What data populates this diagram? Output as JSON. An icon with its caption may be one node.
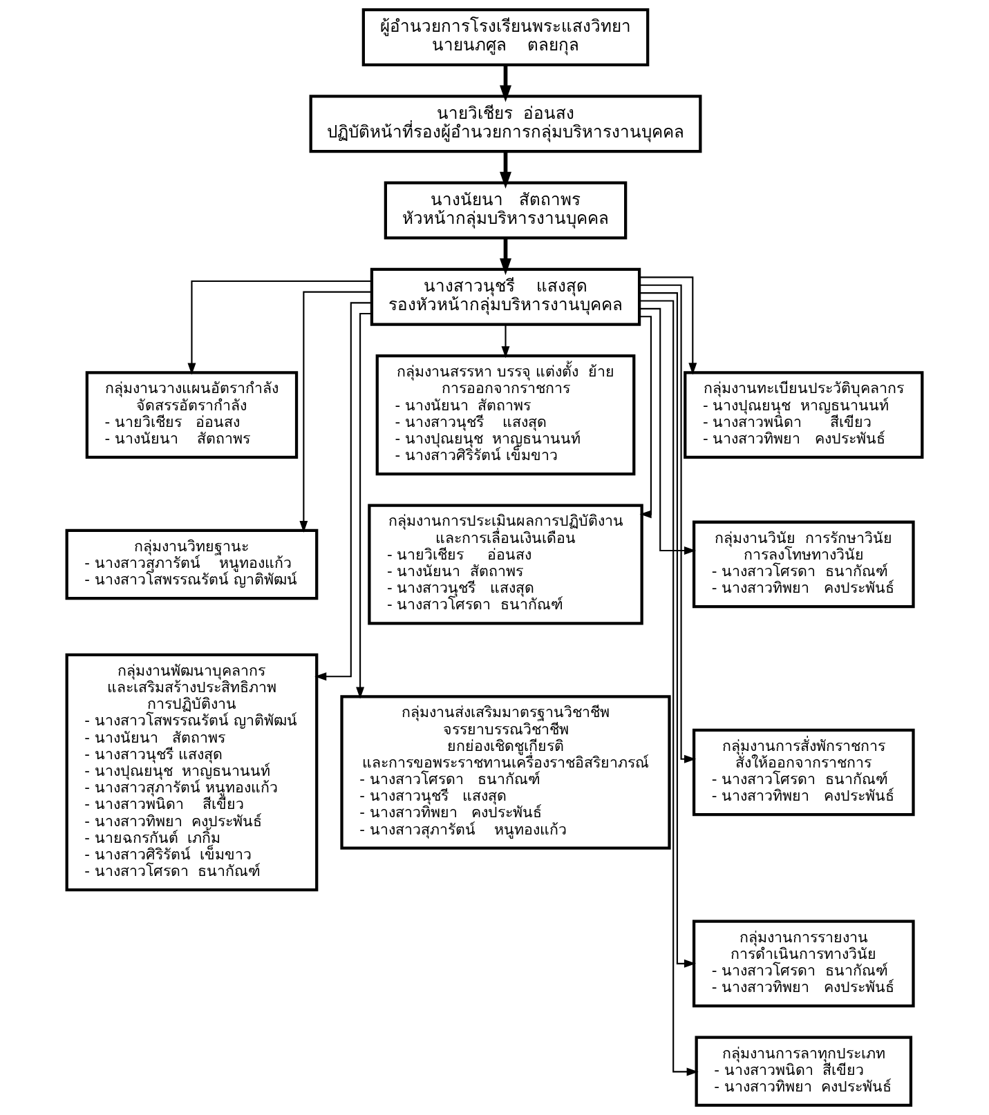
{
  "diagram": {
    "nodes": [
      {
        "text": [
          "ผู้อำนวยการโรงเรียนพระแสงวิทยา",
          "นายนภศูล    ตลยกุล"
        ]
      },
      {
        "text": [
          "นายวิเชียร  อ่อนสง",
          "ปฏิบัติหน้าที่รองผู้อำนวยการกลุ่มบริหารงานบุคคล"
        ]
      },
      {
        "text": [
          "นางนัยนา   สัตถาพร",
          "หัวหน้ากลุ่มบริหารงานบุคคล"
        ]
      },
      {
        "text": [
          "นางสาวนุชรี    แสงสุด",
          "รองหัวหน้ากลุ่มบริหารงานบุคคล"
        ]
      },
      {
        "text": [
          "กลุ่มงานวางแผนอัตรากำลัง จัดสรรอัตรากำลัง",
          "- นายวิเชียร   อ่อนสง",
          "- นางนัยนา    สัตถาพร"
        ]
      },
      {
        "text": [
          "กลุ่มงานวิทยฐานะ",
          "- นางสาวสุภารัตน์    หนูทองแก้ว",
          "- นางสาวโสพรรณรัตน์ ญาติพัฒน์"
        ]
      },
      {
        "text": [
          "กลุ่มงานพัฒนาบุคลากร และเสริมสร้างประสิทธิภาพ การปฏิบัติงาน",
          "- นางสาวโสพรรณรัตน์ ญาติพัฒน์",
          "- นางนัยนา   สัตถาพร",
          "- นางสาวนุชรี แสงสุด",
          "- นางปุณยนุช  หาญธนานนท์",
          "- นางสาวสุภารัตน์ หนูทองแก้ว",
          "- นางสาวพนิดา    สีเขียว",
          "- นางสาวทิพยา  คงประพันธ์",
          "- นายฉกรกันต์  เภกิ้ม",
          "- นางสาวศิริรัตน์  เข็มขาว",
          "- นางสาวโศรดา  ธนากัณฑ์"
        ]
      },
      {
        "text": [
          "กลุ่มงานสรรหา บรรจุ แต่งตั้ง  ย้าย การออกจากราชการ",
          "- นางนัยนา  สัตถาพร",
          "- นางสาวนุชรี    แสงสุด",
          "- นางปุณยนุช  หาญธนานนท์",
          "- นางสาวศิริรัตน์ เข็มขาว"
        ]
      },
      {
        "text": [
          "กลุ่มงานการประเมินผลการปฏิบัติงาน และการเลื่อนเงินเดือน",
          "- นายวิเชียร     อ่อนสง",
          "- นางนัยนา  สัตถาพร",
          "- นางสาวนุชรี   แสงสุด",
          "- นางสาวโศรดา  ธนากัณฑ์"
        ]
      },
      {
        "text": [
          "กลุ่มงานส่งเสริมมาตรฐานวิชาชีพ จรรยาบรรณวิชาชีพ  ยกย่องเชิดชูเกียรติ  และการขอพระราชทานเครื่องราชอิสริยาภรณ์",
          "- นางสาวโศรดา   ธนากัณฑ์",
          "- นางสาวนุชรี   แสงสุด",
          "- นางสาวทิพยา   คงประพันธ์",
          "- นางสาวสุภารัตน์    หนูทองแก้ว"
        ]
      },
      {
        "text": [
          "กลุ่มงานทะเบียนประวัติบุคลากร",
          "- นางปุณยนุช  หาญธนานนท์",
          "- นางสาวพนิดา      สีเขียว",
          "- นางสาวทิพยา   คงประพันธ์"
        ]
      },
      {
        "text": [
          "กลุ่มงานวินัย  การรักษาวินัย การลงโทษทางวินัย",
          "- นางสาวโศรดา  ธนากัณฑ์",
          "- นางสาวทิพยา   คงประพันธ์"
        ]
      },
      {
        "text": [
          "กลุ่มงานการสั่งพักราชการ สั่งให้ออกจากราชการ",
          "- นางสาวโศรดา  ธนากัณฑ์",
          "- นางสาวทิพยา   คงประพันธ์"
        ]
      },
      {
        "text": [
          "กลุ่มงานการรายงาน การดำเนินการทางวินัย",
          "- นางสาวโศรดา  ธนากัณฑ์",
          "- นางสาวทิพยา   คงประพันธ์"
        ]
      },
      {
        "text": [
          "กลุ่มงานการลาทุกประเภท",
          "- นางสาวพนิดา  สีเขียว",
          "- นางสาวทิพยา  คงประพันธ์"
        ]
      }
    ],
    "edges": [
      {
        "from": 0,
        "to": 1,
        "arrow": "to",
        "style": "thick"
      },
      {
        "from": 1,
        "to": 2,
        "arrow": "to",
        "style": "thick"
      },
      {
        "from": 2,
        "to": 3,
        "arrow": "to",
        "style": "thick"
      },
      {
        "from": 3,
        "to": 4,
        "arrow": "to"
      },
      {
        "from": 3,
        "to": 5,
        "arrow": "to"
      },
      {
        "from": 3,
        "to": 6,
        "arrow": "to"
      },
      {
        "from": 3,
        "to": 7,
        "arrow": "to"
      },
      {
        "from": 3,
        "to": 8,
        "arrow": "to"
      },
      {
        "from": 3,
        "to": 9,
        "arrow": "to"
      },
      {
        "from": 3,
        "to": 10,
        "arrow": "to"
      },
      {
        "from": 3,
        "to": 11,
        "arrow": "to"
      },
      {
        "from": 3,
        "to": 12,
        "arrow": "to"
      },
      {
        "from": 3,
        "to": 13,
        "arrow": "to"
      },
      {
        "from": 3,
        "to": 14,
        "arrow": "to"
      }
    ]
  }
}
